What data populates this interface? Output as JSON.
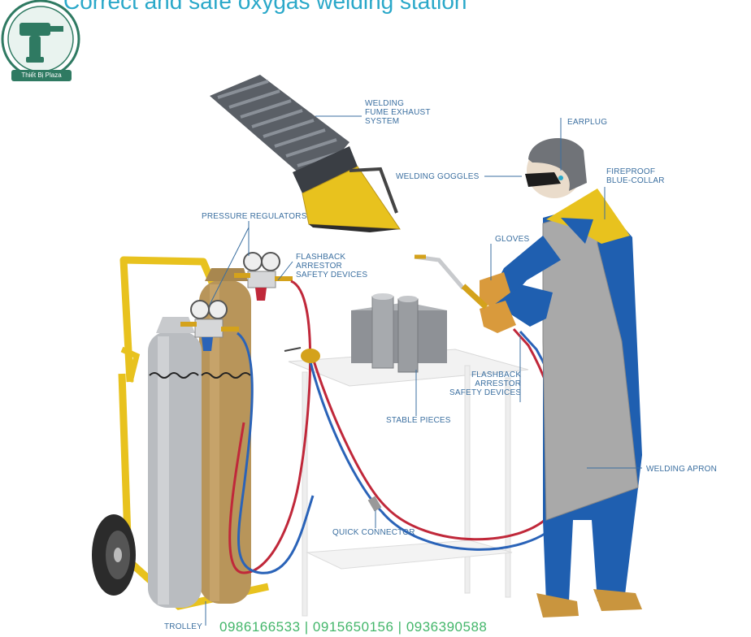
{
  "title": "Correct and safe oxygas welding station",
  "logo": {
    "text": "Thiết Bị Plaza",
    "icon": "drill-icon"
  },
  "labels": {
    "fume_exhaust": [
      "WELDING",
      "FUME EXHAUST",
      "SYSTEM"
    ],
    "earplug": [
      "EARPLUG"
    ],
    "goggles": [
      "WELDING GOGGLES"
    ],
    "collar": [
      "FIREPROOF",
      "BLUE-COLLAR"
    ],
    "pressure_regulators": [
      "PRESSURE REGULATORS"
    ],
    "flashback_top": [
      "FLASHBACK",
      "ARRESTOR",
      "SAFETY DEVICES"
    ],
    "gloves": [
      "GLOVES"
    ],
    "flashback_bottom": [
      "FLASHBACK",
      "ARRESTOR",
      "SAFETY DEVICES"
    ],
    "stable_pieces": [
      "STABLE PIECES"
    ],
    "apron": [
      "WELDING APRON"
    ],
    "quick_connector": [
      "QUICK CONNECTOR"
    ],
    "trolley": [
      "TROLLEY"
    ]
  },
  "phones": "0986166533 | 0915650156 | 0936390588",
  "colors": {
    "accent": "#2aa8c9",
    "label": "#3b6fa0",
    "phones": "#43b66a",
    "logo": "#2f7a62",
    "hose_red": "#c0283a",
    "hose_blue": "#2a63b8",
    "yellow": "#e8c21e",
    "suit_blue": "#1f5fb0",
    "apron": "#a9a9a9"
  }
}
